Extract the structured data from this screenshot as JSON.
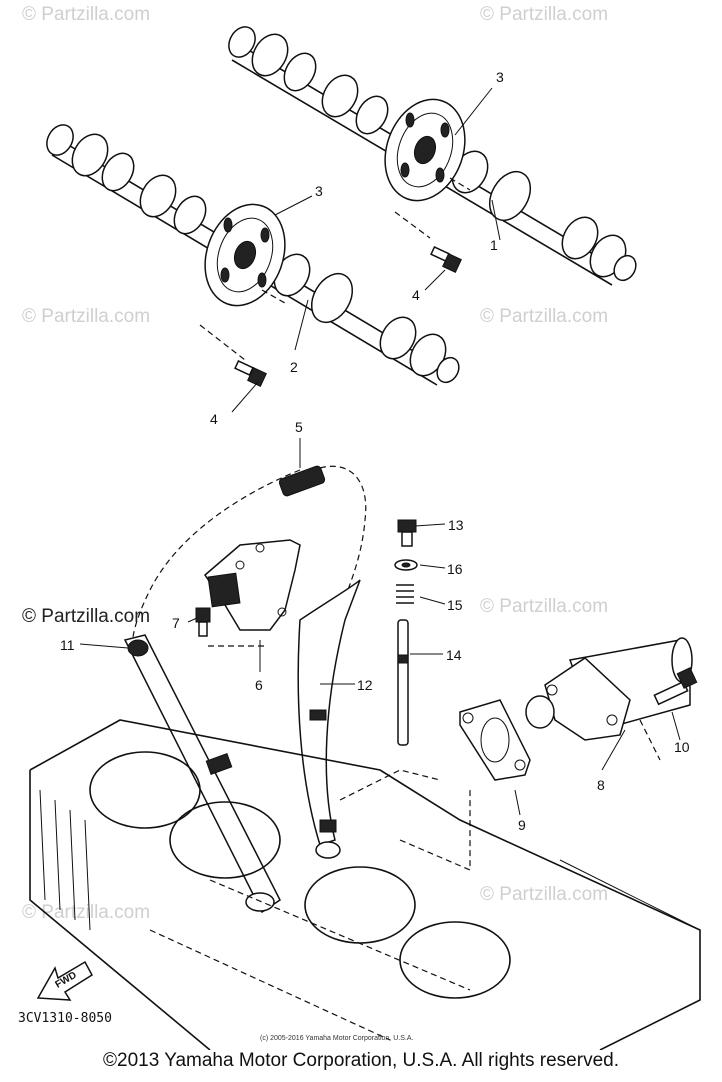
{
  "watermarks": {
    "text": "© Partzilla.com",
    "positions_note": ""
  },
  "callouts": {
    "c1": "1",
    "c2": "2",
    "c3a": "3",
    "c3b": "3",
    "c4a": "4",
    "c4b": "4",
    "c5": "5",
    "c6": "6",
    "c7": "7",
    "c8": "8",
    "c9": "9",
    "c10": "10",
    "c11": "11",
    "c12": "12",
    "c13": "13",
    "c14": "14",
    "c15": "15",
    "c16": "16"
  },
  "fwd_label": "FWD",
  "diagram_code": "3CV1310-8050",
  "small_copyright": "(c) 2005-2016 Yamaha Motor Corporation, U.S.A.",
  "copyright": "©2013 Yamaha Motor Corporation, U.S.A. All rights reserved."
}
